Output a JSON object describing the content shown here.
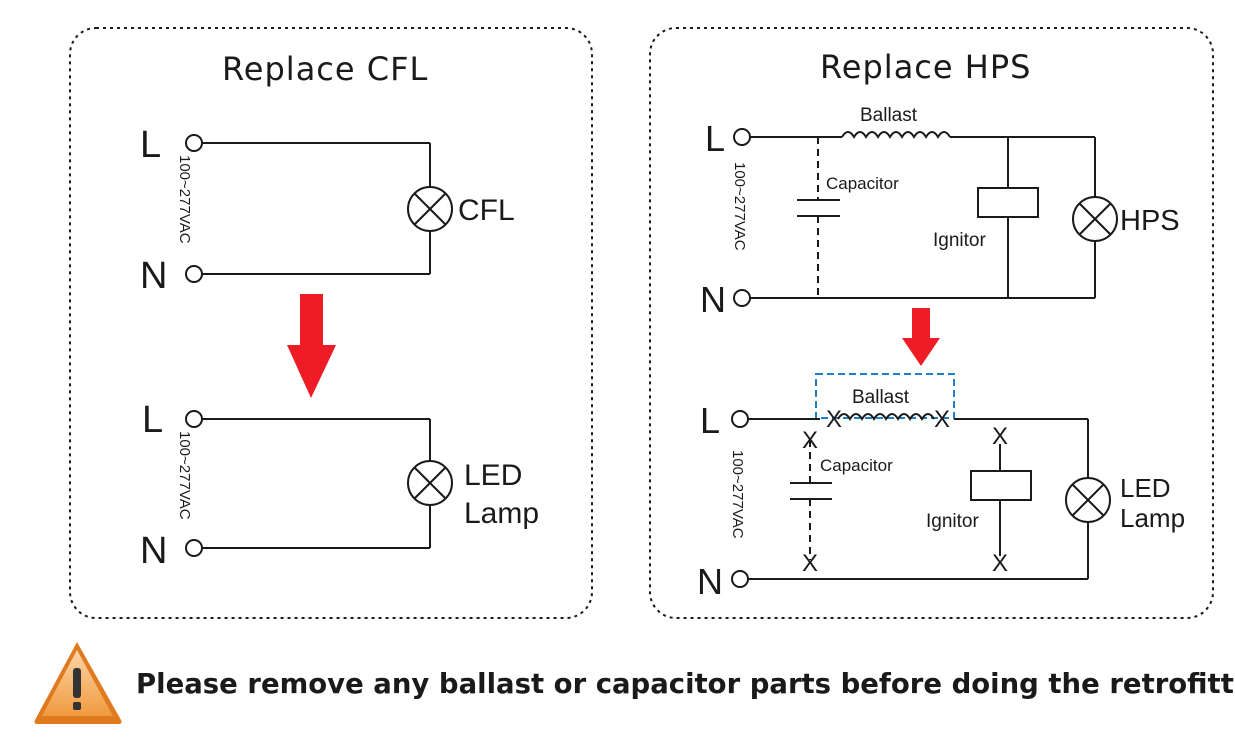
{
  "panels": {
    "cfl": {
      "title": "Replace CFL",
      "before": {
        "l": "L",
        "n": "N",
        "voltage": "100~277VAC",
        "lamp": "CFL"
      },
      "after": {
        "l": "L",
        "n": "N",
        "voltage": "100~277VAC",
        "lamp_line1": "LED",
        "lamp_line2": "Lamp"
      }
    },
    "hps": {
      "title": "Replace HPS",
      "before": {
        "l": "L",
        "n": "N",
        "voltage": "100~277VAC",
        "ballast": "Ballast",
        "capacitor": "Capacitor",
        "ignitor": "Ignitor",
        "lamp": "HPS"
      },
      "after": {
        "l": "L",
        "n": "N",
        "voltage": "100~277VAC",
        "ballast": "Ballast",
        "capacitor": "Capacitor",
        "ignitor": "Ignitor",
        "lamp_line1": "LED",
        "lamp_line2": "Lamp",
        "cut_mark": "X"
      }
    }
  },
  "warning": {
    "icon": "warning-triangle-icon",
    "text": "Please remove any ballast or capacitor parts before doing the retrofitting"
  },
  "colors": {
    "arrow": "#ee1c24",
    "cut": "#e8202a",
    "highlight": "#1f7fc4",
    "wire": "#1a1a1a"
  }
}
